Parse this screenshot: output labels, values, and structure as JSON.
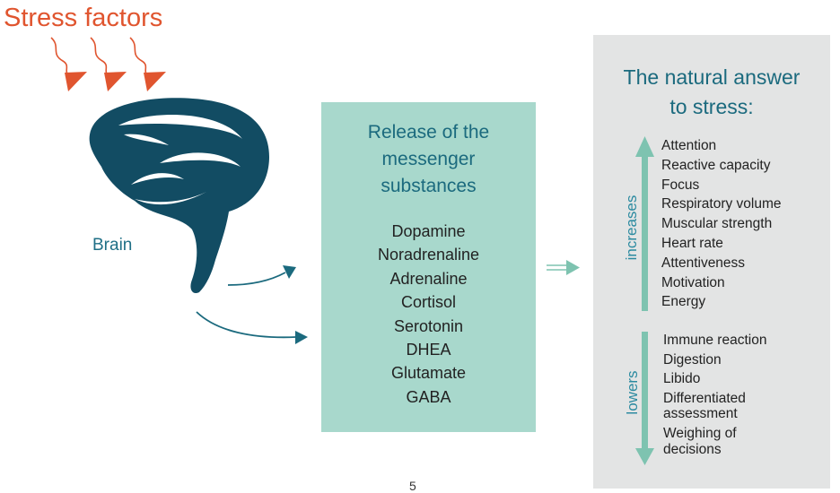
{
  "stress_factors_label": "Stress factors",
  "brain_label": "Brain",
  "release": {
    "title_lines": [
      "Release of the",
      "messenger",
      "substances"
    ],
    "substances": [
      "Dopamine",
      "Noradrenaline",
      "Adrenaline",
      "Cortisol",
      "Serotonin",
      "DHEA",
      "Glutamate",
      "GABA"
    ]
  },
  "answer": {
    "title_lines": [
      "The natural answer",
      "to stress:"
    ],
    "increases_label": "increases",
    "increases": [
      "Attention",
      "Reactive capacity",
      "Focus",
      "Respiratory volume",
      "Muscular strength",
      "Heart rate",
      "Attentiveness",
      "Motivation",
      "Energy"
    ],
    "lowers_label": "lowers",
    "lowers": [
      "Immune reaction",
      "Digestion",
      "Libido",
      "Differentiated",
      "assessment",
      "Weighing of",
      "decisions"
    ]
  },
  "page_number": "5",
  "colors": {
    "stress": "#e0552f",
    "brain": "#124c63",
    "teal_box": "#a8d8cc",
    "teal_text": "#1b6a7e",
    "arrow_green": "#7ec3b0",
    "grey_box": "#e3e4e4"
  },
  "icons": [
    "squiggle-arrow-icon",
    "brain-icon",
    "curved-arrow-icon",
    "double-arrow-icon",
    "up-arrow-icon",
    "down-arrow-icon"
  ]
}
